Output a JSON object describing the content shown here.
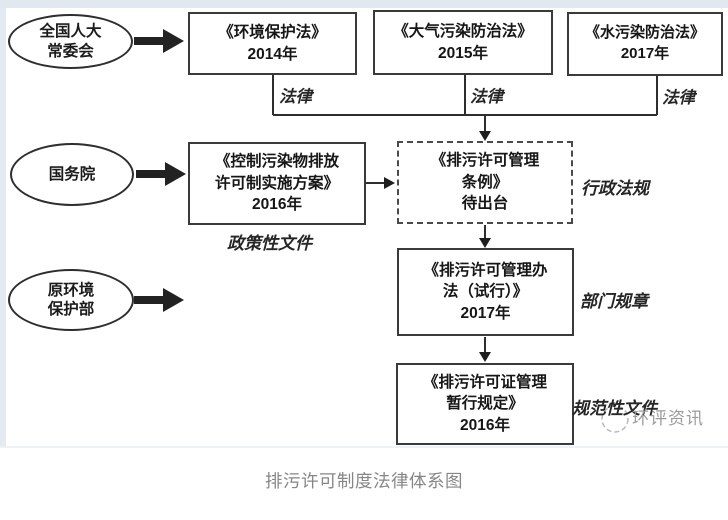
{
  "actors": {
    "npc": {
      "line1": "全国人大",
      "line2": "常委会"
    },
    "state_council": {
      "line1": "国务院"
    },
    "moep": {
      "line1": "原环境",
      "line2": "保护部"
    }
  },
  "boxes": {
    "env_law": {
      "title": "《环境保护法》",
      "year": "2014年"
    },
    "air_law": {
      "title": "《大气污染防治法》",
      "year": "2015年"
    },
    "water_law": {
      "title": "《水污染防治法》",
      "year": "2017年"
    },
    "impl_plan": {
      "line1": "《控制污染物排放",
      "line2": "许可制实施方案》",
      "year": "2016年"
    },
    "regulation": {
      "line1": "《排污许可管理",
      "line2": "条例》",
      "status": "待出台"
    },
    "measures": {
      "line1": "《排污许可管理办",
      "line2": "法（试行）》",
      "year": "2017年"
    },
    "interim": {
      "line1": "《排污许可证管理",
      "line2": "暂行规定》",
      "year": "2016年"
    }
  },
  "labels": {
    "law1": "法律",
    "law2": "法律",
    "law3": "法律",
    "policy_doc": "政策性文件",
    "admin_reg": "行政法规",
    "dept_rule": "部门规章",
    "normative_doc": "规范性文件"
  },
  "watermark": "环评资讯",
  "caption": "排污许可制度法律体系图",
  "colors": {
    "line": "#2e2e2e",
    "page_edge": "#e1e8f0",
    "caption_text": "#868686",
    "watermark_gray": "#9b9b9b"
  }
}
